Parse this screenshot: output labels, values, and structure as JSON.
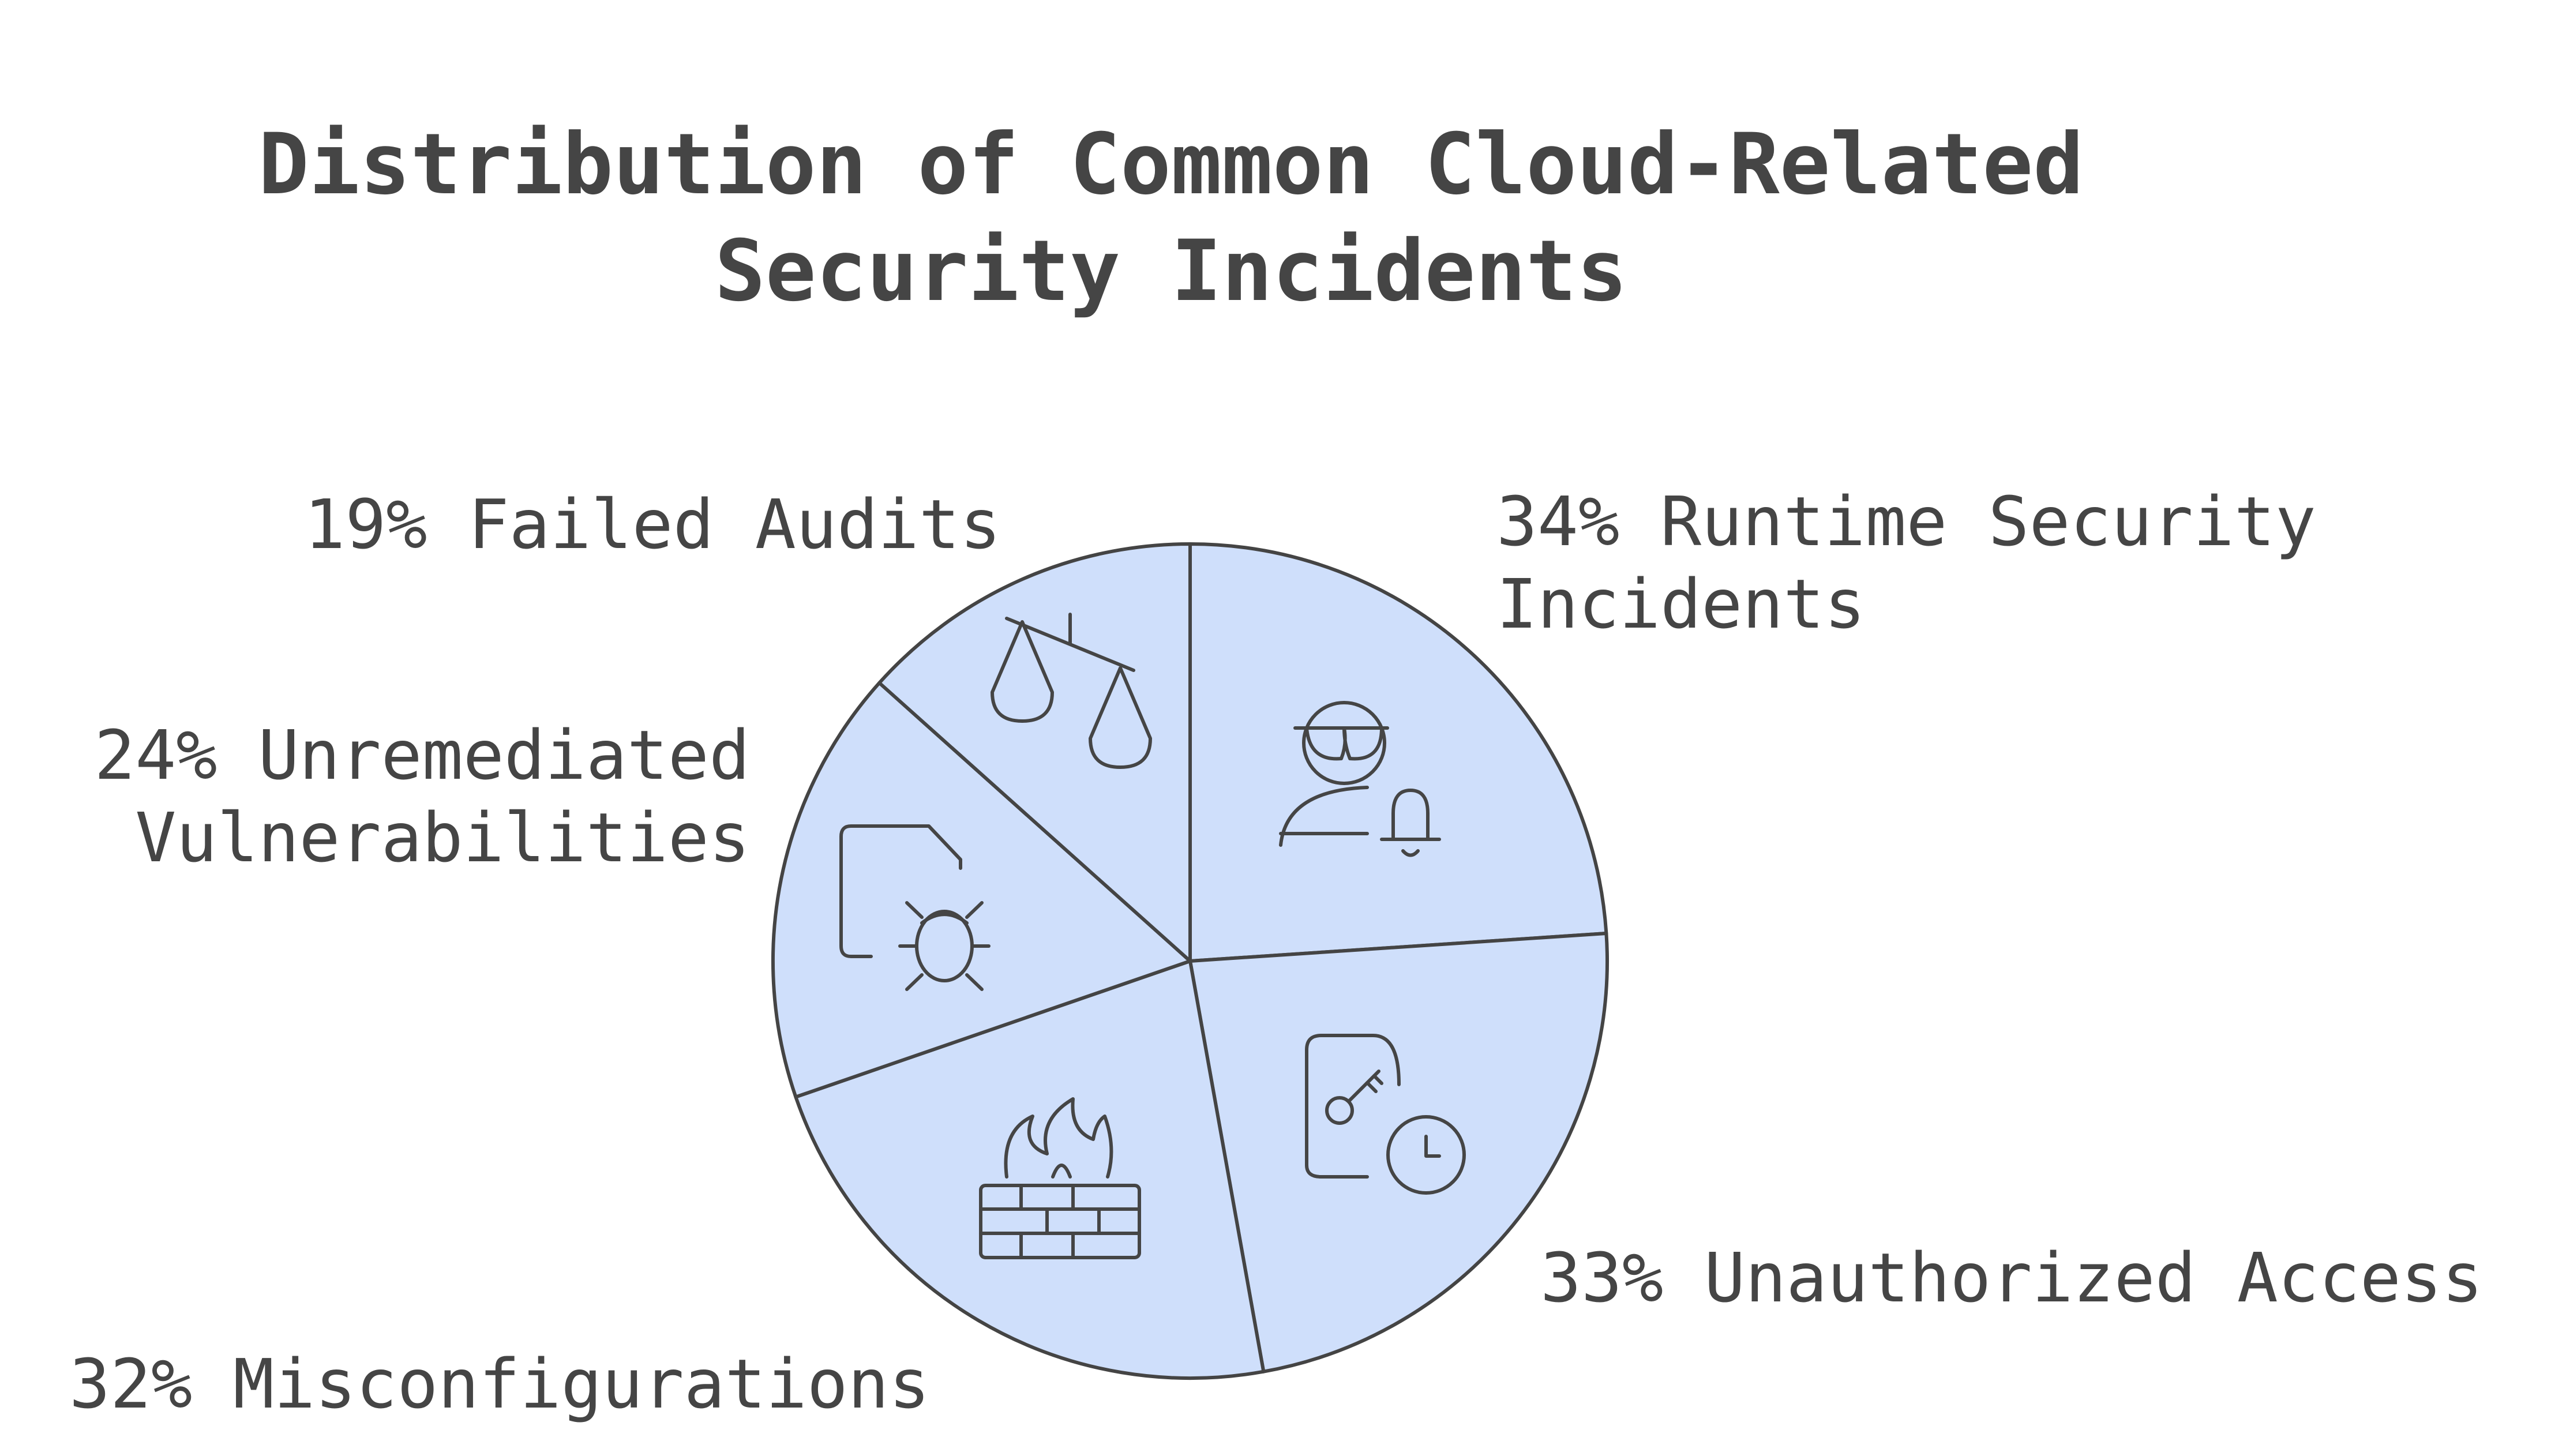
{
  "chart_data": {
    "type": "pie",
    "title_lines": [
      "Distribution of Common Cloud-Related",
      "Security Incidents"
    ],
    "slice_color": "#cfdffb",
    "stroke_color": "#444444",
    "text_color": "#454545",
    "slices": [
      {
        "key": "runtime",
        "value": 34,
        "label_lines": [
          "34% Runtime Security",
          "Incidents"
        ],
        "icon": "hacker-alert-icon"
      },
      {
        "key": "unauthorized",
        "value": 33,
        "label_lines": [
          "33% Unauthorized Access"
        ],
        "icon": "phone-key-clock-icon"
      },
      {
        "key": "misconfig",
        "value": 32,
        "label_lines": [
          "32% Misconfigurations"
        ],
        "icon": "firewall-icon"
      },
      {
        "key": "vulns",
        "value": 24,
        "label_lines": [
          "24% Unremediated",
          "Vulnerabilities"
        ],
        "icon": "bug-file-icon"
      },
      {
        "key": "audits",
        "value": 19,
        "label_lines": [
          "19% Failed Audits"
        ],
        "icon": "scales-icon"
      }
    ]
  }
}
